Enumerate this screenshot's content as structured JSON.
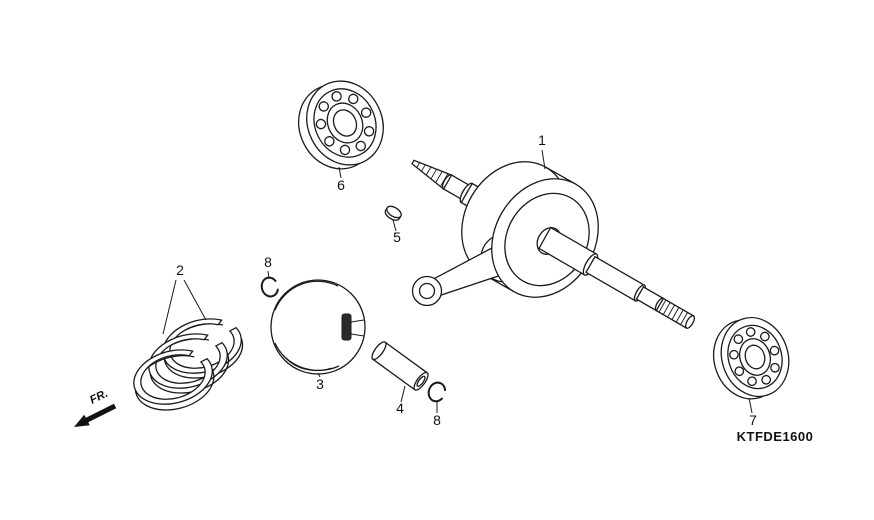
{
  "diagram": {
    "code": "KTFDE1600",
    "fr_label": "FR.",
    "background_color": "#ffffff",
    "line_color": "#1a1a1a",
    "labels": [
      {
        "part": "crankshaft",
        "text": "1"
      },
      {
        "part": "piston-ring-set",
        "text": "2"
      },
      {
        "part": "piston",
        "text": "3"
      },
      {
        "part": "piston-pin",
        "text": "4"
      },
      {
        "part": "woodruff-key",
        "text": "5"
      },
      {
        "part": "bearing-upper-left",
        "text": "6"
      },
      {
        "part": "bearing-lower-right",
        "text": "7"
      },
      {
        "part": "circlip-left",
        "text": "8"
      },
      {
        "part": "circlip-right",
        "text": "8"
      }
    ]
  }
}
